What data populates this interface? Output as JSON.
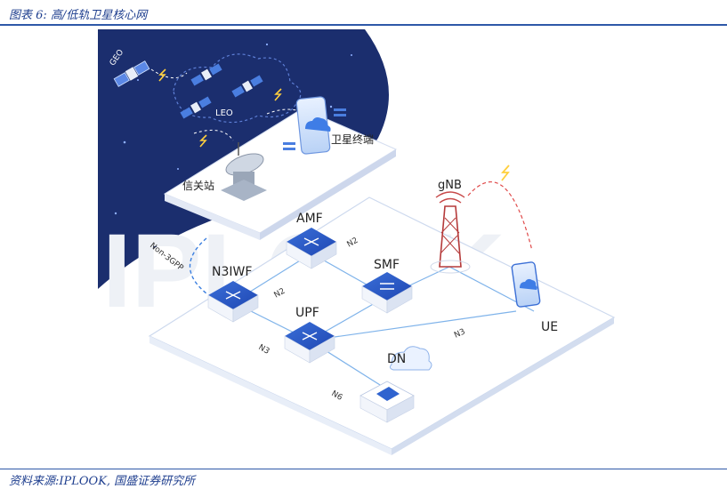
{
  "caption": "图表 6:  高/低轨卫星核心网",
  "source": "资料来源:IPLOOK, 国盛证券研究所",
  "diagram": {
    "watermark": "IPLOOK",
    "labels": {
      "geo": "GEO",
      "leo": "LEO",
      "satellite_terminal": "卫星终端",
      "gateway": "信关站",
      "gnb": "gNB",
      "amf": "AMF",
      "smf": "SMF",
      "upf": "UPF",
      "n3iwf": "N3IWF",
      "dn": "DN",
      "ue": "UE"
    },
    "links": {
      "n2_amf_smf": "N2",
      "n2_n3iwf_amf": "N2",
      "n3_n3iwf_upf": "N3",
      "n3_gnb_upf": "N3",
      "n6_upf_dn": "N6",
      "non3gpp": "Non-3GPP"
    }
  }
}
